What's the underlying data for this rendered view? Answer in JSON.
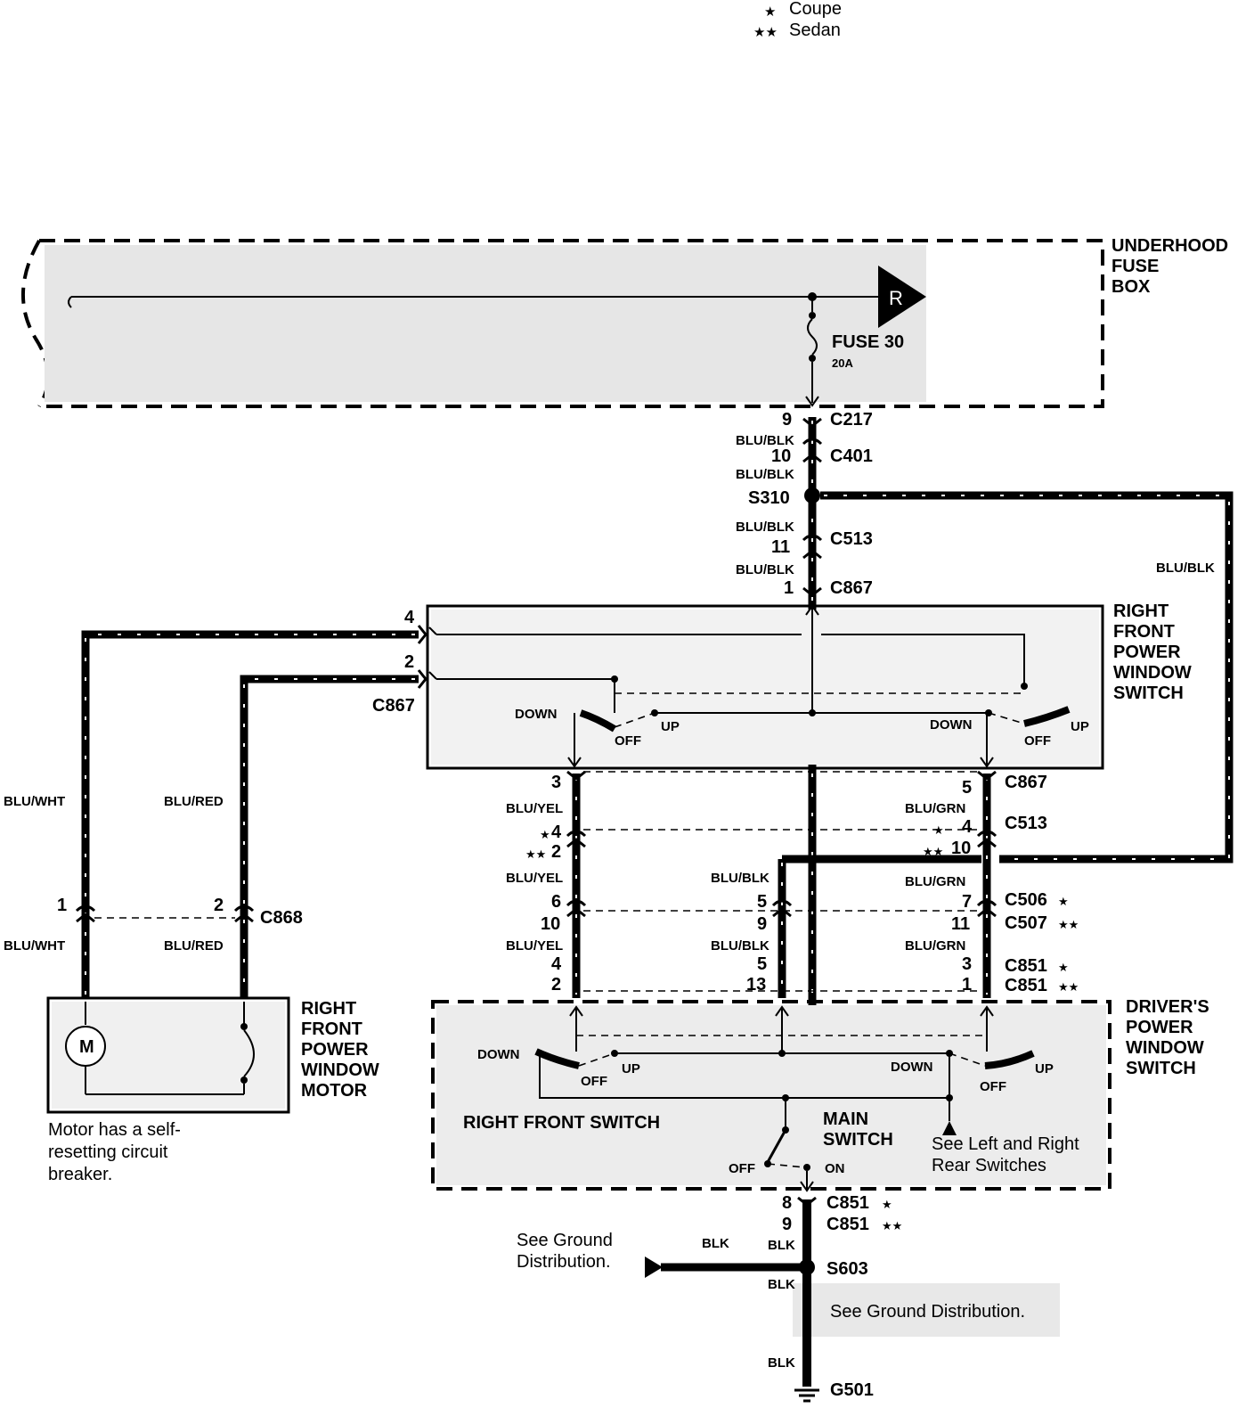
{
  "legend": {
    "coupe": "Coupe",
    "sedan": "Sedan",
    "star1": "★",
    "star2": "★★"
  },
  "fuse_box": {
    "title_1": "UNDERHOOD",
    "title_2": "FUSE",
    "title_3": "BOX",
    "fuse_label": "FUSE  30",
    "fuse_rating": "20A",
    "ref": "R"
  },
  "connectors": {
    "c217": "C217",
    "c217_pin": "9",
    "c401": "C401",
    "c401_pin": "10",
    "s310": "S310",
    "c513": "C513",
    "c513_pin": "11",
    "c867": "C867",
    "c867_pin": "1",
    "c867_left": "C867",
    "c867_bottom": "C867",
    "c513_mid": "C513",
    "c506": "C506",
    "c507": "C507",
    "c851a": "C851",
    "c851b": "C851",
    "c868": "C868",
    "c851_bot_a": "C851",
    "c851_bot_b": "C851",
    "c851_bot_a_pin": "8",
    "c851_bot_b_pin": "9",
    "s603": "S603",
    "g501": "G501"
  },
  "wires": {
    "blu_blk": "BLU/BLK",
    "blu_wht": "BLU/WHT",
    "blu_red": "BLU/RED",
    "blu_yel": "BLU/YEL",
    "blu_grn": "BLU/GRN",
    "blk": "BLK"
  },
  "pins": {
    "p4": "4",
    "p2": "2",
    "p3": "3",
    "p5": "5",
    "p4b": "4",
    "p2b": "2",
    "p4c": "4",
    "p10": "10",
    "p6": "6",
    "p5b": "5",
    "p7": "7",
    "p10b": "10",
    "p9": "9",
    "p11": "11",
    "p4d": "4",
    "p5c": "5",
    "p3b": "3",
    "p2c": "2",
    "p13": "13",
    "p1": "1",
    "p1m": "1",
    "p2m": "2"
  },
  "rf_switch": {
    "title_1": "RIGHT",
    "title_2": "FRONT",
    "title_3": "POWER",
    "title_4": "WINDOW",
    "title_5": "SWITCH",
    "down": "DOWN",
    "off": "OFF",
    "up": "UP"
  },
  "drivers_switch": {
    "title_1": "DRIVER'S",
    "title_2": "POWER",
    "title_3": "WINDOW",
    "title_4": "SWITCH",
    "rf_switch": "RIGHT FRONT SWITCH",
    "main_1": "MAIN",
    "main_2": "SWITCH",
    "off": "OFF",
    "on": "ON",
    "see_1": "See  Left and Right",
    "see_2": "Rear Switches"
  },
  "motor": {
    "title_1": "RIGHT",
    "title_2": "FRONT",
    "title_3": "POWER",
    "title_4": "WINDOW",
    "title_5": "MOTOR",
    "m": "M",
    "note_1": "Motor has a self-",
    "note_2": "resetting circuit",
    "note_3": "breaker."
  },
  "ground": {
    "see_gd_1": "See Ground",
    "see_gd_2": "Distribution.",
    "see_gd_3": "See Ground Distribution."
  }
}
